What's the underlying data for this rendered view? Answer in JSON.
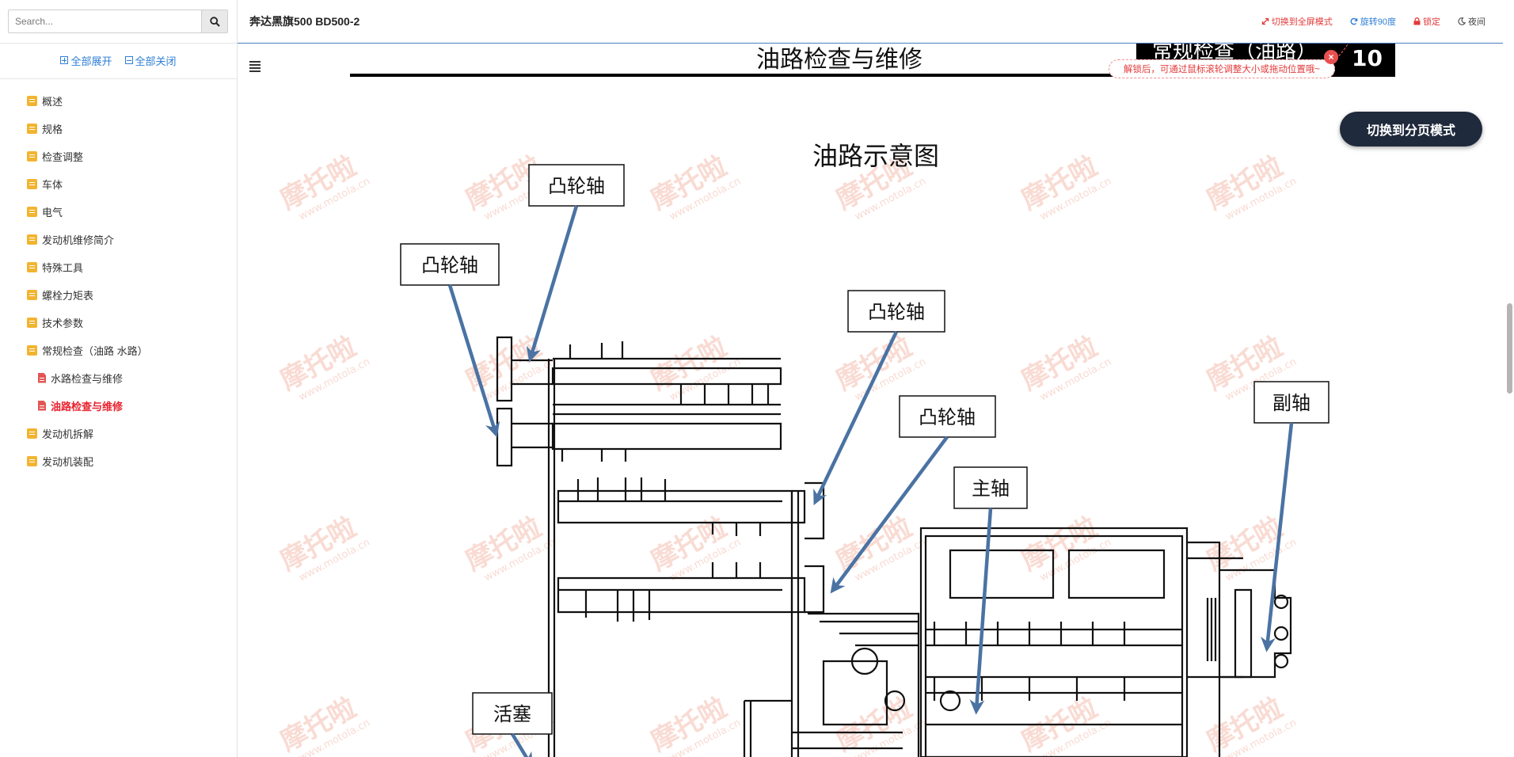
{
  "search": {
    "placeholder": "Search..."
  },
  "tree_controls": {
    "expand_all": "全部展开",
    "collapse_all": "全部关闭"
  },
  "tree": {
    "items": [
      {
        "label": "概述",
        "level": 1
      },
      {
        "label": "规格",
        "level": 1
      },
      {
        "label": "检查调整",
        "level": 1
      },
      {
        "label": "车体",
        "level": 1
      },
      {
        "label": "电气",
        "level": 1
      },
      {
        "label": "发动机维修简介",
        "level": 1
      },
      {
        "label": "特殊工具",
        "level": 1
      },
      {
        "label": "螺栓力矩表",
        "level": 1
      },
      {
        "label": "技术参数",
        "level": 1
      },
      {
        "label": "常规检查（油路 水路）",
        "level": 1
      },
      {
        "label": "水路检查与维修",
        "level": 2
      },
      {
        "label": "油路检查与维修",
        "level": 2,
        "active": true
      },
      {
        "label": "发动机拆解",
        "level": 1
      },
      {
        "label": "发动机装配",
        "level": 1
      }
    ]
  },
  "header": {
    "title": "奔达黑旗500 BD500-2",
    "actions": {
      "fullscreen": "切换到全屏模式",
      "rotate": "旋转90度",
      "lock": "锁定",
      "night": "夜间"
    }
  },
  "tooltip": {
    "text": "解锁后，可通过鼠标滚轮调整大小或拖动位置哦~",
    "close": "×"
  },
  "page_mode_button": "切换到分页模式",
  "document": {
    "header_title": "油路检查与维修",
    "header_box": "常规检查（油路）",
    "page_number": "10",
    "diagram_title": "油路示意图",
    "labels": {
      "camshaft": "凸轮轴",
      "countershaft": "副轴",
      "mainshaft": "主轴",
      "piston": "活塞"
    },
    "watermark": "摩托啦",
    "watermark_url": "www.motola.cn"
  },
  "colors": {
    "accent_blue": "#2f7fd6",
    "active_red": "#e8222e",
    "folder_yellow": "#f2b430",
    "arrow_blue": "#4a73a3",
    "page_button_bg": "#1f2a3c",
    "watermark": "#f4c9bd"
  }
}
